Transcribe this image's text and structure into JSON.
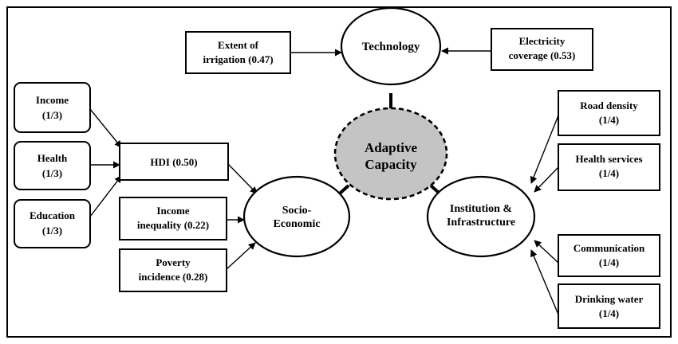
{
  "diagram": {
    "center": {
      "line1": "Adaptive",
      "line2": "Capacity"
    },
    "technology": {
      "title": "Technology",
      "irrigation": {
        "line1": "Extent of",
        "line2": "irrigation (0.47)"
      },
      "electricity": {
        "line1": "Electricity",
        "line2": "coverage (0.53)"
      }
    },
    "socio": {
      "line1": "Socio-",
      "line2": "Economic",
      "hdi": "HDI (0.50)",
      "income": {
        "line1": "Income",
        "line2": "(1/3)"
      },
      "health": {
        "line1": "Health",
        "line2": "(1/3)"
      },
      "education": {
        "line1": "Education",
        "line2": "(1/3)"
      },
      "inequality": {
        "line1": "Income",
        "line2": "inequality (0.22)"
      },
      "poverty": {
        "line1": "Poverty",
        "line2": "incidence (0.28)"
      }
    },
    "institution": {
      "line1": "Institution &",
      "line2": "Infrastructure",
      "road": {
        "line1": "Road density",
        "line2": "(1/4)"
      },
      "health_services": {
        "line1": "Health services",
        "line2": "(1/4)"
      },
      "communication": {
        "line1": "Communication",
        "line2": "(1/4)"
      },
      "drinking_water": {
        "line1": "Drinking water",
        "line2": "(1/4)"
      }
    }
  }
}
